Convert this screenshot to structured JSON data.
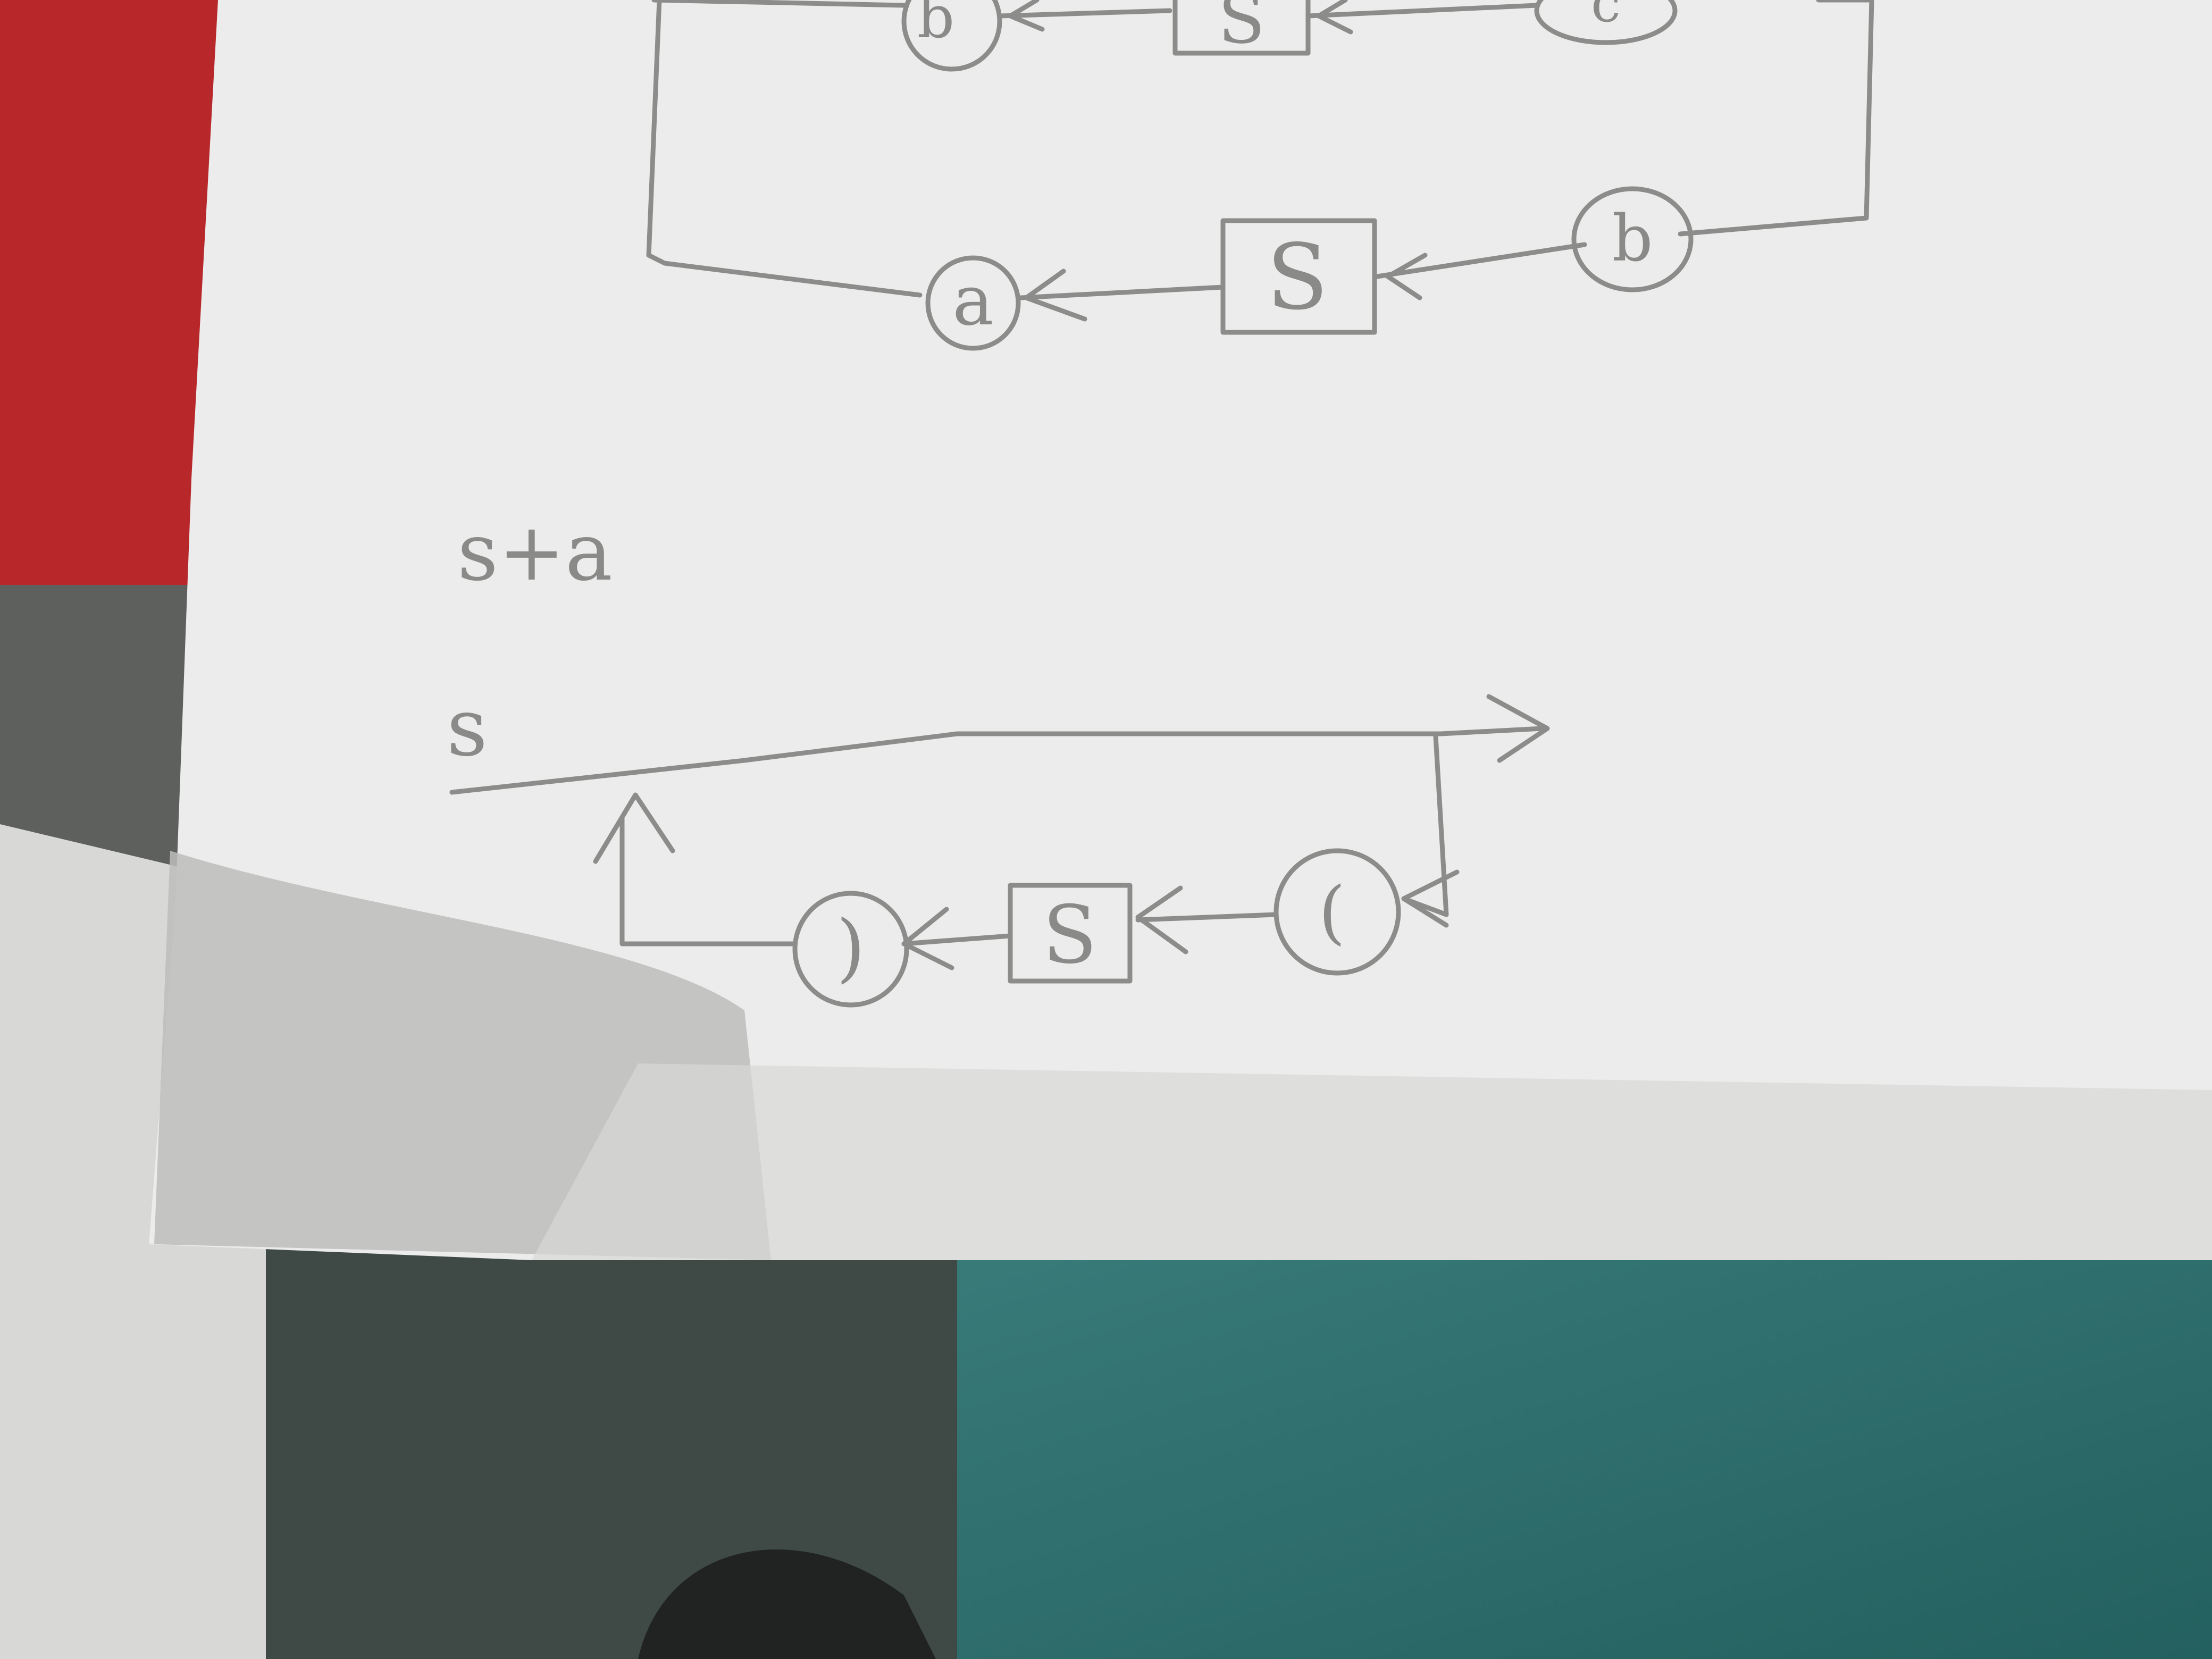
{
  "top_loop": {
    "upper_row": {
      "node_left": "b",
      "block": "S",
      "node_right": "c"
    },
    "lower_row": {
      "node_left": "a",
      "block": "S",
      "node_right": "b"
    }
  },
  "note": {
    "text": "s+a"
  },
  "feedback": {
    "input_label": "s",
    "node_left": ")",
    "block": "S",
    "node_right": "("
  },
  "colors": {
    "paper": "#ececec",
    "pencil": "#8c8c8a",
    "table_red": "#b8282a",
    "table_teal": "#2f6f70"
  }
}
